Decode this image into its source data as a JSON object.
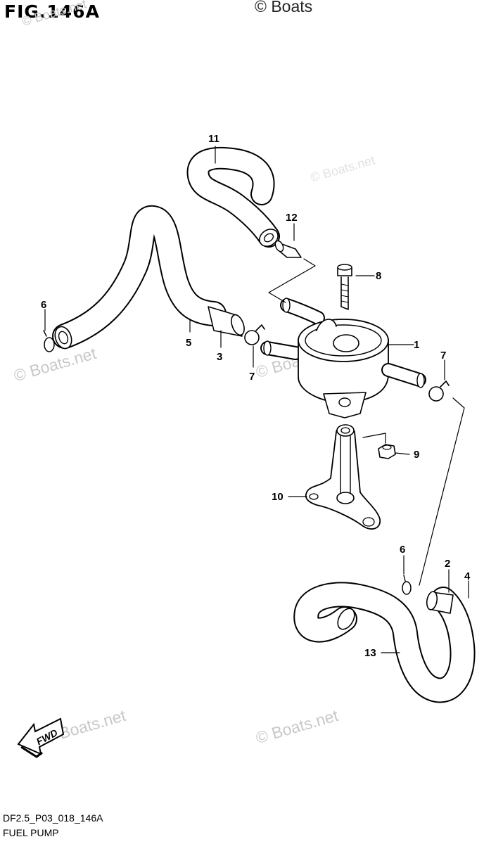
{
  "header": {
    "figure_title": "FIG.146A",
    "copyright": "© Boats"
  },
  "watermarks": [
    "© Boats.net",
    "© Boats.net",
    "© Boats.net",
    "© Boats.net",
    "© Boats.net",
    "© Boats.net"
  ],
  "callouts": [
    "1",
    "2",
    "3",
    "4",
    "5",
    "6",
    "6",
    "7",
    "7",
    "8",
    "9",
    "10",
    "11",
    "12",
    "13"
  ],
  "fwd_label": "FWD",
  "footer": {
    "drawing_code": "DF2.5_P03_018_146A",
    "section_name": "FUEL PUMP"
  }
}
